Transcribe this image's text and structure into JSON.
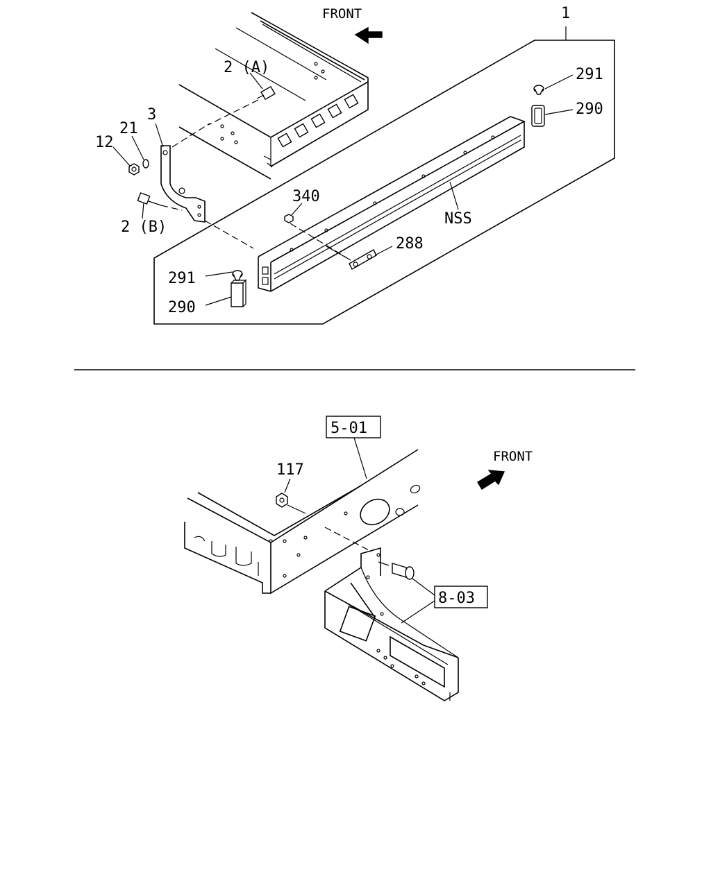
{
  "top_view": {
    "front_label": "FRONT",
    "callouts": {
      "assembly": "1",
      "bolt_a": "2 (A)",
      "bracket": "3",
      "washer": "21",
      "nut": "12",
      "bolt_b": "2 (B)",
      "nut_340": "340",
      "plate": "288",
      "member": "NSS",
      "cap_top": "291",
      "spacer_top": "290",
      "cap_bottom": "291",
      "spacer_bottom": "290"
    }
  },
  "bottom_view": {
    "front_label": "FRONT",
    "callouts": {
      "frame_ref": "5-01",
      "nut": "117",
      "bracket_ref": "8-03"
    }
  }
}
